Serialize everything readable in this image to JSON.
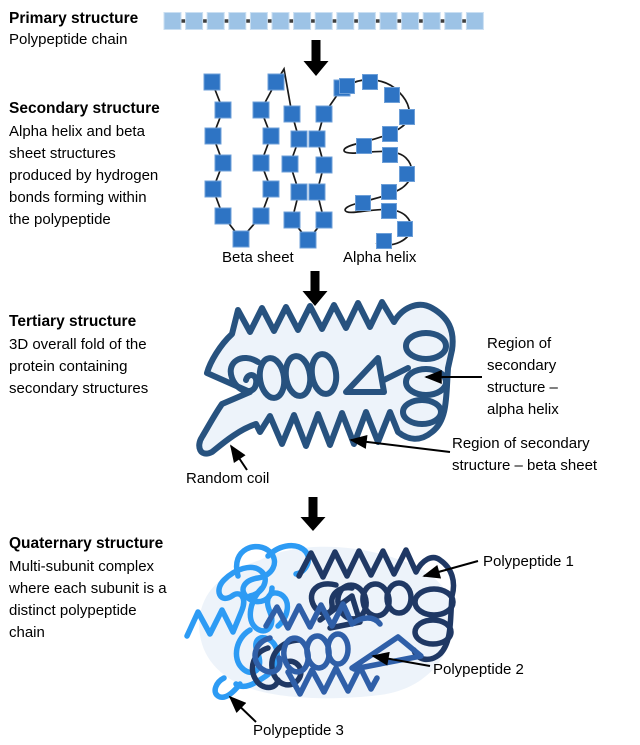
{
  "title": "Protein structure levels diagram",
  "colors": {
    "background": "#ffffff",
    "text": "#000000",
    "primary_square": "#9dc3e6",
    "primary_square_border": "#cadff2",
    "chain_line": "#3f3f3f",
    "secondary_square": "#2e74c4",
    "secondary_square_border": "#6d9fd8",
    "bond_line": "#1a1a1a",
    "arrow_black": "#000000",
    "tertiary_stroke": "#27527f",
    "blob_fill": "#edf3fa",
    "poly1": "#1f3864",
    "poly2": "#2f5fa8",
    "poly3": "#2d9bf4"
  },
  "sections": {
    "primary": {
      "heading": "Primary structure",
      "subtitle": "Polypeptide chain",
      "residues": 15
    },
    "secondary": {
      "heading": "Secondary structure",
      "description_lines": [
        "Alpha helix and beta",
        "sheet structures",
        "produced by hydrogen",
        "bonds forming within",
        "the polypeptide"
      ],
      "beta_sheet_label": "Beta sheet",
      "alpha_helix_label": "Alpha helix"
    },
    "tertiary": {
      "heading": "Tertiary structure",
      "description_lines": [
        "3D overall fold of the",
        "protein containing",
        "secondary structures"
      ],
      "random_coil_label": "Random coil",
      "alpha_region_lines": [
        "Region of",
        "secondary",
        "structure –",
        "alpha helix"
      ],
      "beta_region_lines": [
        "Region of secondary",
        "structure – beta sheet"
      ]
    },
    "quaternary": {
      "heading": "Quaternary structure",
      "description_lines": [
        "Multi-subunit complex",
        "where each subunit is a",
        "distinct polypeptide",
        "chain"
      ],
      "polypeptide1_label": "Polypeptide 1",
      "polypeptide2_label": "Polypeptide 2",
      "polypeptide3_label": "Polypeptide 3"
    }
  }
}
